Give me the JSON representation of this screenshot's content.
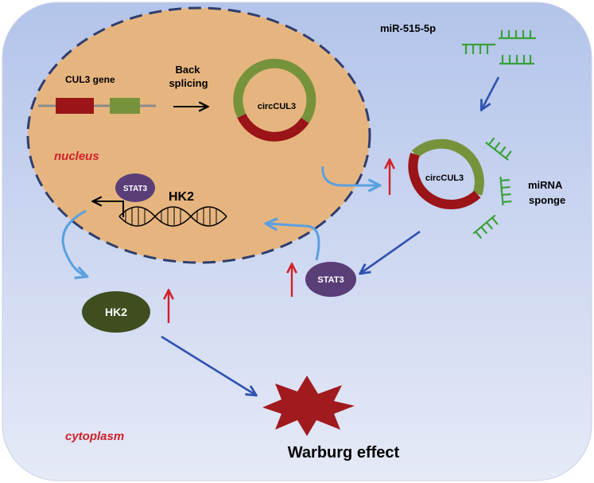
{
  "diagram": {
    "labels": {
      "cul3_gene": "CUL3 gene",
      "back_splicing_line1": "Back",
      "back_splicing_line2": "splicing",
      "circ_nucleus": "circCUL3",
      "circ_cyto": "circCUL3",
      "mirna": "miR-515-5p",
      "nucleus": "nucleus",
      "cytoplasm": "cytoplasm",
      "stat3_nucleus": "STAT3",
      "hk2_gene": "HK2",
      "stat3_cyto": "STAT3",
      "hk2_protein": "HK2",
      "sponge_line1": "miRNA",
      "sponge_line2": "sponge",
      "warburg": "Warburg effect"
    },
    "colors": {
      "cell_top": "#b3c4ea",
      "cell_bottom": "#e6eaf7",
      "nucleus_fill": "#e6b57f",
      "nucleus_border": "#2f3e6e",
      "exon_red": "#9b1418",
      "exon_green": "#76933c",
      "mirna_green": "#3aa13a",
      "arrow_dark_blue": "#3052b0",
      "arrow_light_blue": "#5aa0e0",
      "up_arrow_red": "#d0212a",
      "stat3_fill": "#5a3e78",
      "hk2_fill": "#3f4d1f",
      "warburg_fill": "#a01a1e",
      "label_red": "#d0212a"
    }
  }
}
